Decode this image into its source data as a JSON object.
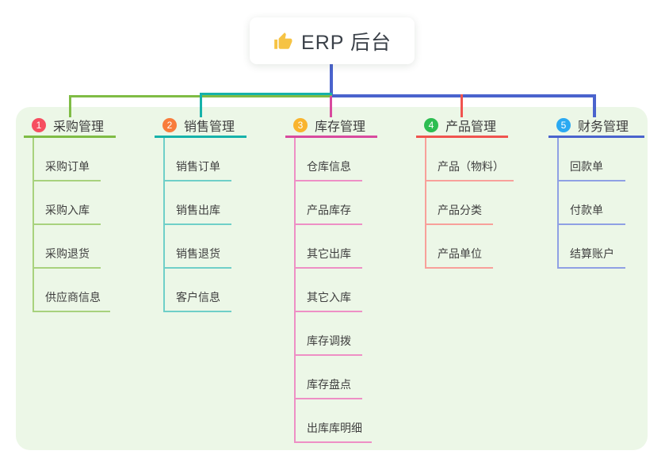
{
  "root": {
    "title": "ERP 后台",
    "icon": "thumbs-up-icon",
    "icon_color": "#f6c344",
    "card_background": "#ffffff"
  },
  "panel": {
    "background": "#ecf7e7"
  },
  "branches": [
    {
      "index": "1",
      "title": "采购管理",
      "badge_color": "#f64e60",
      "line_color": "#7fbc45",
      "line_light": "#a8d27d",
      "children": [
        "采购订单",
        "采购入库",
        "采购退货",
        "供应商信息"
      ]
    },
    {
      "index": "2",
      "title": "销售管理",
      "badge_color": "#f87c3c",
      "line_color": "#16b2aa",
      "line_light": "#6fcfc8",
      "children": [
        "销售订单",
        "销售出库",
        "销售退货",
        "客户信息"
      ]
    },
    {
      "index": "3",
      "title": "库存管理",
      "badge_color": "#f9b42d",
      "line_color": "#d84a9e",
      "line_light": "#ee8fc5",
      "children": [
        "仓库信息",
        "产品库存",
        "其它出库",
        "其它入库",
        "库存调拨",
        "库存盘点",
        "出库库明细"
      ]
    },
    {
      "index": "4",
      "title": "产品管理",
      "badge_color": "#2dbd51",
      "line_color": "#f0544f",
      "line_light": "#f8a09a",
      "children": [
        "产品（物料）",
        "产品分类",
        "产品单位"
      ]
    },
    {
      "index": "5",
      "title": "财务管理",
      "badge_color": "#2aa9f2",
      "line_color": "#4a63cd",
      "line_light": "#8fa0e4",
      "children": [
        "回款单",
        "付款单",
        "结算账户"
      ]
    }
  ]
}
